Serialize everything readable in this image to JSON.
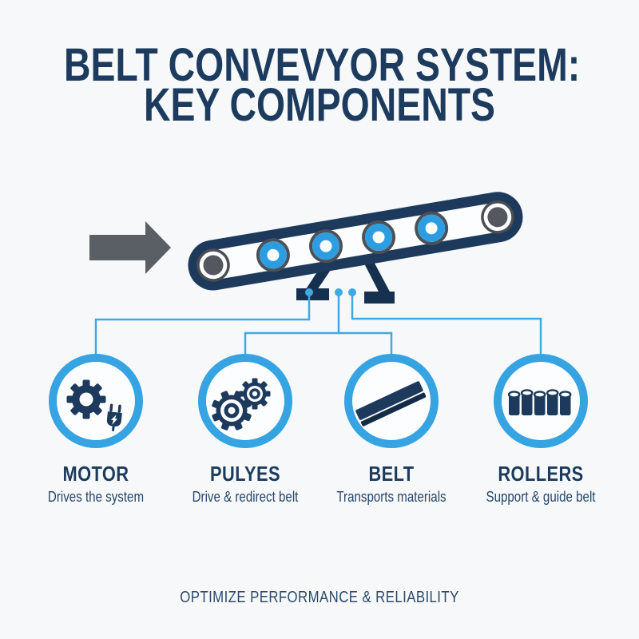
{
  "title": {
    "line1": "BELT CONVEVYOR SYSTEM:",
    "line2": "KEY COMPONENTS"
  },
  "conveyor": {
    "flow_arrow": "points-right",
    "blue_roller_count": 4,
    "gray_end_pulley_count": 2,
    "support_leg_count": 2,
    "connector_dot_count": 3
  },
  "components": [
    {
      "label": "MOTOR",
      "description": "Drives the system",
      "icon": "gear-with-plug-icon"
    },
    {
      "label": "PULYES",
      "description": "Drive & redirect belt",
      "icon": "two-gears-icon"
    },
    {
      "label": "BELT",
      "description": "Transports materials",
      "icon": "belt-slab-icon"
    },
    {
      "label": "ROLLERS",
      "description": "Support & guide belt",
      "icon": "roller-cylinders-icon"
    }
  ],
  "footer": {
    "text": "OPTIMIZE PERFORMANCE & RELIABILITY"
  },
  "colors": {
    "navy": "#1d3a5c",
    "dark_navy": "#16314f",
    "ring_azure": "#36a3e2",
    "roller_blue": "#2d9de2",
    "connector_blue": "#41a8e6",
    "arrow_gray": "#5a5f66",
    "pulley_gray": "#54585e",
    "text_navy": "#1c3b5e",
    "background": "#f7f8f9"
  }
}
